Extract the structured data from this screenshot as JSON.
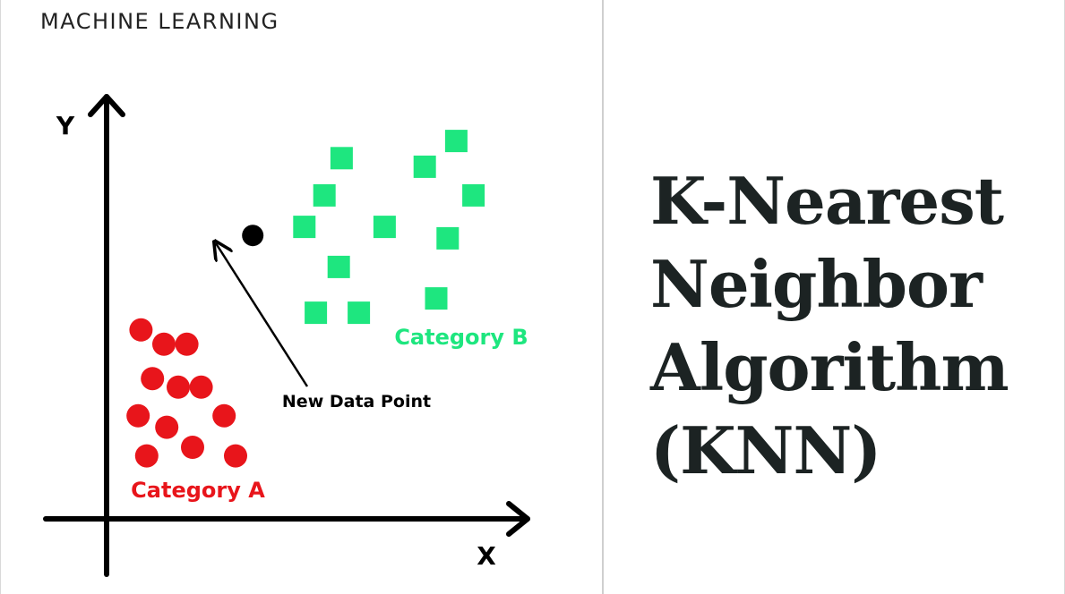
{
  "header": {
    "category": "MACHINE LEARNING"
  },
  "title_lines": [
    "K-Nearest",
    "Neighbor",
    "Algorithm",
    "(KNN)"
  ],
  "diagram": {
    "axis_x_label": "X",
    "axis_y_label": "Y",
    "category_a": {
      "label": "Category A",
      "color": "#e8151b",
      "points": [
        [
          1.2,
          6.6
        ],
        [
          2.0,
          6.1
        ],
        [
          2.8,
          6.1
        ],
        [
          1.6,
          4.9
        ],
        [
          2.5,
          4.6
        ],
        [
          3.3,
          4.6
        ],
        [
          1.1,
          3.6
        ],
        [
          2.1,
          3.2
        ],
        [
          4.1,
          3.6
        ],
        [
          1.4,
          2.2
        ],
        [
          3.0,
          2.5
        ],
        [
          4.5,
          2.2
        ]
      ]
    },
    "category_b": {
      "label": "Category B",
      "color": "#1ee67f",
      "points": [
        [
          8.2,
          12.6
        ],
        [
          11.1,
          12.3
        ],
        [
          12.2,
          13.2
        ],
        [
          7.6,
          11.3
        ],
        [
          12.8,
          11.3
        ],
        [
          6.9,
          10.2
        ],
        [
          9.7,
          10.2
        ],
        [
          11.9,
          9.8
        ],
        [
          8.1,
          8.8
        ],
        [
          7.3,
          7.2
        ],
        [
          8.8,
          7.2
        ],
        [
          11.5,
          7.7
        ]
      ]
    },
    "new_point": {
      "label": "New Data Point",
      "color": "#000000",
      "x": 5.1,
      "y": 9.9
    }
  }
}
